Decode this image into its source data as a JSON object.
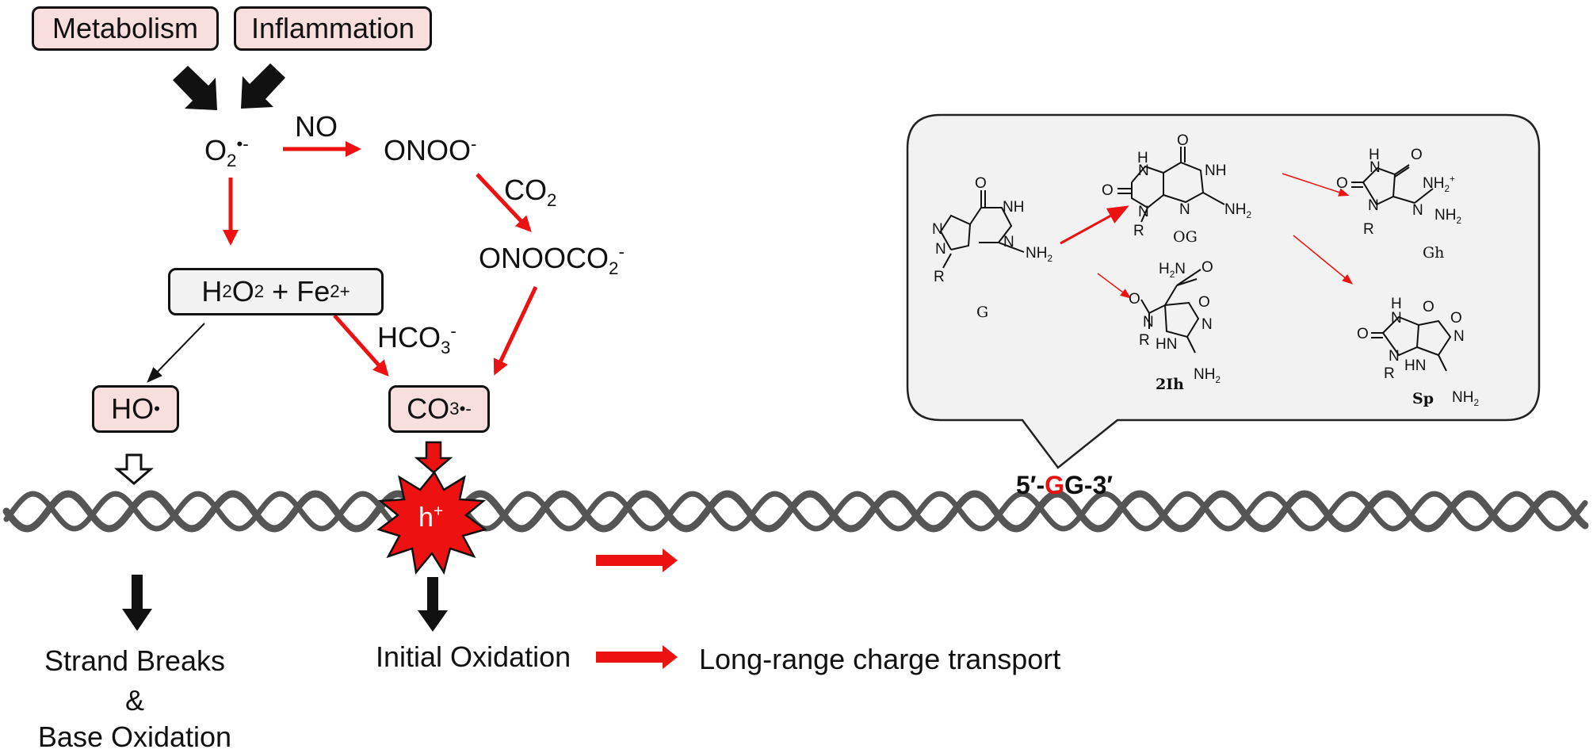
{
  "sources": {
    "metabolism": "Metabolism",
    "inflammation": "Inflammation"
  },
  "species": {
    "superoxide": {
      "base": "O",
      "sub": "2",
      "sup": "•-"
    },
    "no_label": "NO",
    "peroxynitrite": {
      "base": "ONOO",
      "sup": "-"
    },
    "co2": {
      "base": "CO",
      "sub": "2"
    },
    "nitrosoperoxycarbonate": {
      "base": "ONOOCO",
      "sub": "2",
      "sup": "-"
    },
    "h2o2_fe": {
      "h": "H",
      "s1": "2",
      "o": "O",
      "s2": "2",
      "plus_fe": " + Fe",
      "fe_sup": "2+"
    },
    "bicarbonate": {
      "base": "HCO",
      "sub": "3",
      "sup": "-"
    },
    "hydroxyl": {
      "base": "HO",
      "sup": "•"
    },
    "carbonate_radical": {
      "base": "CO",
      "sub": "3",
      "sup": "•-"
    },
    "hole": {
      "base": "h",
      "sup": "+"
    }
  },
  "outcomes": {
    "strand_breaks_line1": "Strand Breaks",
    "strand_breaks_line2": "&",
    "strand_breaks_line3": "Base Oxidation",
    "initial_oxidation": "Initial Oxidation",
    "charge_transport": "Long-range charge transport"
  },
  "sequence": {
    "prefix": "5′-",
    "highlight": "G",
    "suffix": "G-3′"
  },
  "structures": {
    "G": "G",
    "OG": "OG",
    "Gh": "Gh",
    "2Ih": "2Ih",
    "Sp": "Sp",
    "atoms": {
      "N": "N",
      "NH": "NH",
      "HN": "HN",
      "O": "O",
      "R": "R",
      "NH2": "NH",
      "NH2_sub": "2",
      "H2N": "H",
      "H2N_sub": "2",
      "H2N_tail": "N",
      "NH2plus": "NH",
      "NH2plus_sub": "2",
      "NH2plus_sup": "+",
      "H": "H"
    }
  },
  "colors": {
    "red_arrow": "#ee1111",
    "pink_box": "#f9dede",
    "gray_box": "#f2f2f2",
    "helix": "#555555",
    "highlight_G": "#ee1111"
  }
}
